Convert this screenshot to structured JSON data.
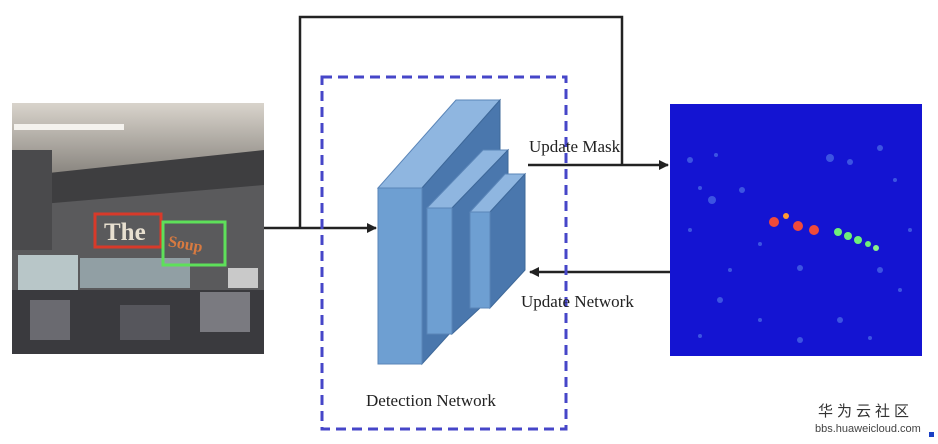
{
  "diagram": {
    "update_mask_label": "Update Mask",
    "update_network_label": "Update Network",
    "detection_network_label": "Detection Network"
  },
  "photo": {
    "word1": "The",
    "word2": "Soup"
  },
  "watermark": {
    "title": "华为云社区",
    "url": "bbs.huaweicloud.com"
  },
  "colors": {
    "network_face": "#6e9fd2",
    "network_side": "#4a77ad",
    "network_top": "#8fb6e0",
    "dashed_box": "#4646c8",
    "heatmap_bg": "#1414d2",
    "arrow": "#222222",
    "box_red": "#d83a2a",
    "box_green": "#5ee05a"
  }
}
